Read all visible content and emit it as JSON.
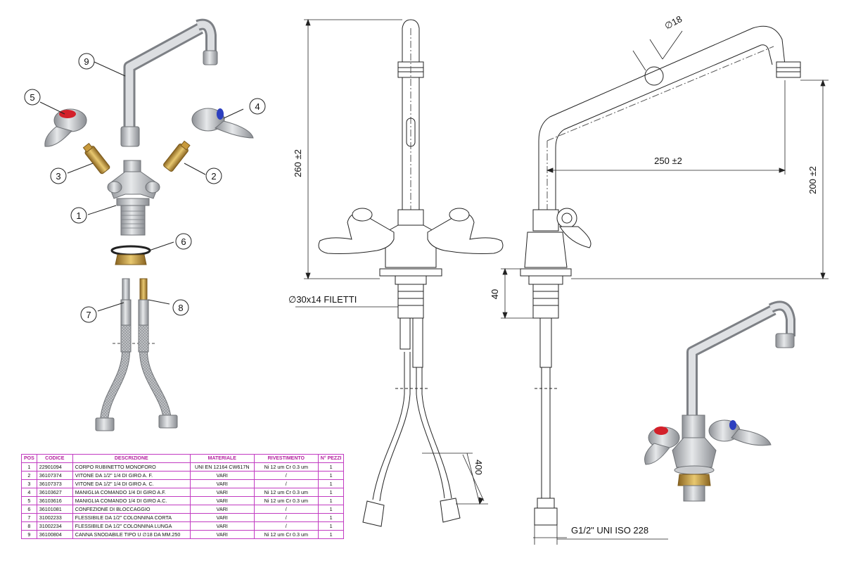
{
  "callouts": [
    "1",
    "2",
    "3",
    "4",
    "5",
    "6",
    "7",
    "8",
    "9"
  ],
  "dimensions": {
    "height_total": "260 ±2",
    "reach": "250 ±2",
    "spout_height": "200 ±2",
    "tube_diameter": "∅18",
    "thread": "∅30x14 FILETTI",
    "body_40": "40",
    "hose_length": "400",
    "hose_connection": "G1/2\" UNI ISO 228"
  },
  "bom": {
    "headers": [
      "POS",
      "CODICE",
      "DESCRIZIONE",
      "MATERIALE",
      "RIVESTIMENTO",
      "N° PEZZI"
    ],
    "rows": [
      [
        "1",
        "22901094",
        "CORPO RUBINETTO MONOFORO",
        "UNI EN 12164 CW617N",
        "Ni 12 um Cr 0.3 um",
        "1"
      ],
      [
        "2",
        "36107374",
        "VITONE DA 1/2\" 1/4 DI GIRO A. F.",
        "VARI",
        "/",
        "1"
      ],
      [
        "3",
        "36107373",
        "VITONE DA 1/2\" 1/4 DI GIRO A. C.",
        "VARI",
        "/",
        "1"
      ],
      [
        "4",
        "36103627",
        "MANIGLIA COMANDO 1/4 DI GIRO A.F.",
        "VARI",
        "Ni 12 um Cr 0.3 um",
        "1"
      ],
      [
        "5",
        "36103616",
        "MANIGLIA COMANDO 1/4 DI GIRO A.C.",
        "VARI",
        "Ni 12 um Cr 0.3 um",
        "1"
      ],
      [
        "6",
        "36101081",
        "CONFEZIONE DI BLOCCAGGIO",
        "VARI",
        "/",
        "1"
      ],
      [
        "7",
        "31002233",
        "FLESSIBILE DA 1/2\" COLONNINA CORTA",
        "VARI",
        "/",
        "1"
      ],
      [
        "8",
        "31002234",
        "FLESSIBILE DA 1/2\" COLONNINA LUNGA",
        "VARI",
        "/",
        "1"
      ],
      [
        "9",
        "36100804",
        "CANNA SNODABILE TIPO U ∅18 DA MM.250",
        "VARI",
        "Ni 12 um Cr 0.3 um",
        "1"
      ]
    ]
  },
  "colors": {
    "hot": "#d3202a",
    "cold": "#2c3fbf",
    "brass": "#c89a3c",
    "chrome": "#b9bcc0",
    "table_border": "#c23bc2",
    "table_header": "#b3209f"
  }
}
